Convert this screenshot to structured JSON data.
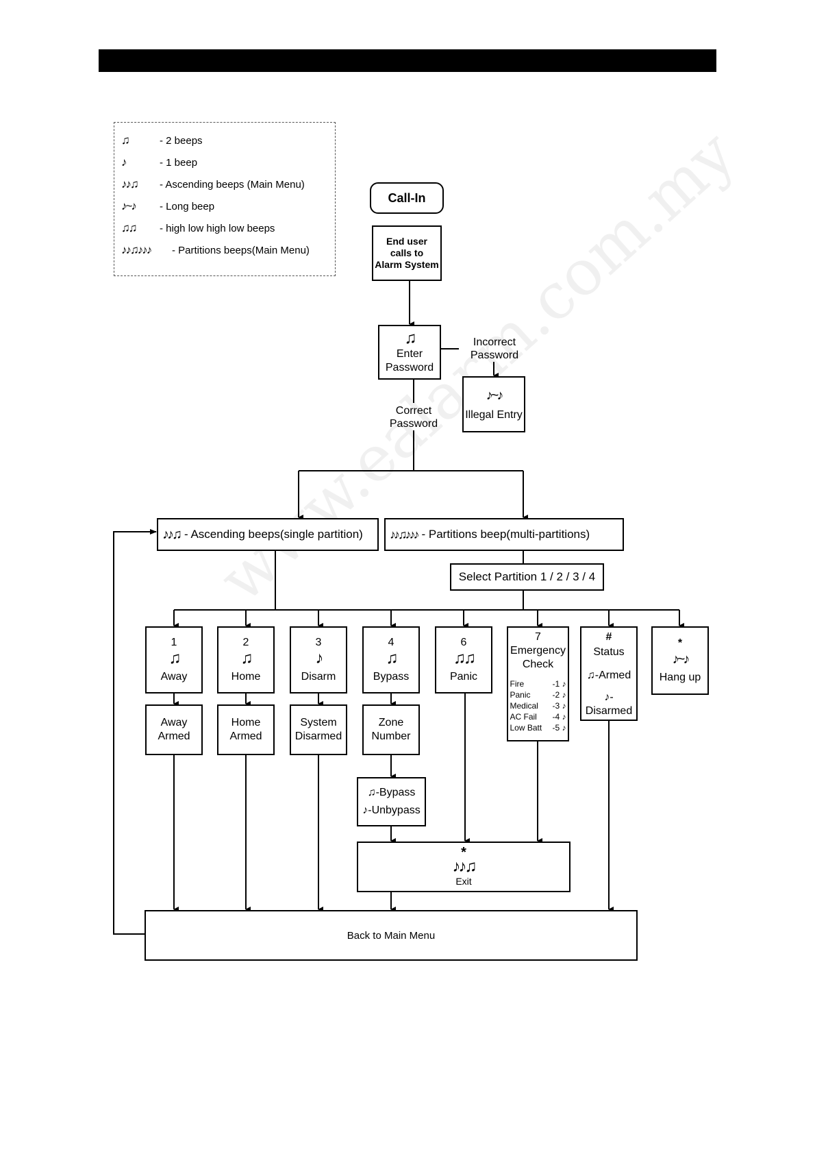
{
  "legend": {
    "items": [
      {
        "symbol": "♫",
        "symbol_name": "two-beeps-icon",
        "label": "- 2 beeps"
      },
      {
        "symbol": "♪",
        "symbol_name": "one-beep-icon",
        "label": "- 1 beep"
      },
      {
        "symbol": "♪♪♫",
        "symbol_name": "ascending-beeps-icon",
        "label": "- Ascending beeps (Main Menu)"
      },
      {
        "symbol": "♪~♪",
        "symbol_name": "long-beep-icon",
        "label": "- Long beep"
      },
      {
        "symbol": "♫♫",
        "symbol_name": "high-low-beeps-icon",
        "label": "- high low high low beeps"
      },
      {
        "symbol": "♪♪♫♪♪♪",
        "symbol_name": "partitions-beeps-icon",
        "label": "- Partitions beeps(Main Menu)"
      }
    ]
  },
  "flow": {
    "call_in": "Call-In",
    "end_user": [
      "End user",
      "calls to",
      "Alarm System"
    ],
    "enter_password": {
      "symbol": "♫",
      "lines": [
        "Enter",
        "Password"
      ]
    },
    "incorrect_password": [
      "Incorrect",
      "Password"
    ],
    "illegal_entry": {
      "symbol": "♪~♪",
      "label": "Illegal Entry"
    },
    "correct_password": [
      "Correct",
      "Password"
    ],
    "single_partition": {
      "symbol": "♪♪♫",
      "label": "- Ascending beeps(single partition)"
    },
    "multi_partition": {
      "symbol": "♪♪♫♪♪♪",
      "label": "- Partitions beep(multi-partitions)"
    },
    "select_partition": "Select Partition 1 / 2 / 3 / 4",
    "options": [
      {
        "key": "1",
        "symbol": "♫",
        "label": "Away",
        "result": [
          "Away",
          "Armed"
        ]
      },
      {
        "key": "2",
        "symbol": "♫",
        "label": "Home",
        "result": [
          "Home",
          "Armed"
        ]
      },
      {
        "key": "3",
        "symbol": "♪",
        "label": "Disarm",
        "result": [
          "System",
          "Disarmed"
        ]
      },
      {
        "key": "4",
        "symbol": "♫",
        "label": "Bypass",
        "result": [
          "Zone",
          "Number"
        ]
      },
      {
        "key": "6",
        "symbol": "♫♫",
        "label": "Panic"
      },
      {
        "key": "7",
        "title": [
          "Emergency",
          "Check"
        ],
        "checks": [
          {
            "name": "Fire",
            "code": "-1 ♪"
          },
          {
            "name": "Panic",
            "code": "-2 ♪"
          },
          {
            "name": "Medical",
            "code": "-3 ♪"
          },
          {
            "name": "AC Fail",
            "code": "-4 ♪"
          },
          {
            "name": "Low Batt",
            "code": "-5 ♪"
          }
        ]
      },
      {
        "key": "#",
        "title": "Status",
        "armed": "♫-Armed",
        "disarmed": "♪-Disarmed"
      },
      {
        "key": "*",
        "symbol": "♪~♪",
        "label": "Hang up"
      }
    ],
    "bypass_result": {
      "bypass": "♫-Bypass",
      "unbypass": "♪-Unbypass"
    },
    "exit": {
      "key": "*",
      "symbol": "♪♪♫",
      "label": "Exit"
    },
    "back_to_main_menu": "Back to Main Menu"
  },
  "watermark": "www.ealarm.com.my"
}
